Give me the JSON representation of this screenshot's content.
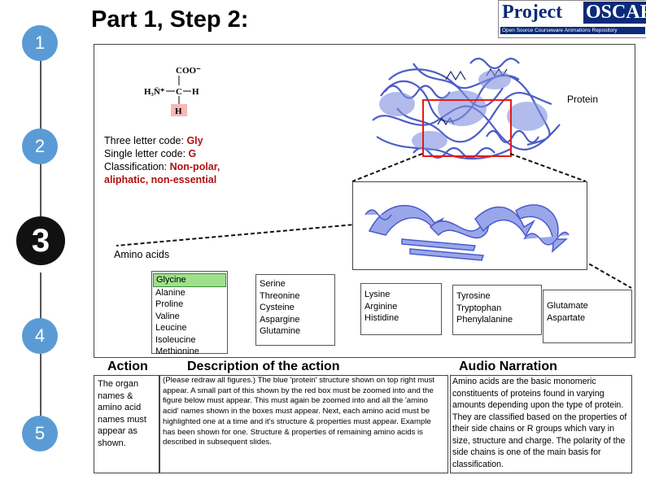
{
  "steps": [
    "1",
    "2",
    "3",
    "4",
    "5"
  ],
  "header": {
    "title": "Part 1, Step 2:"
  },
  "logo": {
    "word1": "Project",
    "word2": "OSCAR",
    "tagline": "Open Source Courseware Animations Repository"
  },
  "structure": {
    "c_label": "COO⁻",
    "n_label": "H₃N̈⁺",
    "h_label": "H",
    "side_chain": "H"
  },
  "protein_label": "Protein",
  "info": {
    "three_letter_prefix": "Three letter code: ",
    "three_letter_value": "Gly",
    "single_letter_prefix": "Single letter code: ",
    "single_letter_value": "G",
    "classification_prefix": "Classification: ",
    "classification_value_1": "Non-polar,",
    "classification_value_2": "aliphatic, non-essential"
  },
  "amino_acids_label": "Amino acids",
  "groups": [
    [
      "Glycine",
      "Alanine",
      "Proline",
      "Valine",
      "Leucine",
      "Isoleucine",
      "Methionine"
    ],
    [
      "Serine",
      "Threonine",
      "Cysteine",
      "Aspargine",
      "Glutamine"
    ],
    [
      "Lysine",
      "Arginine",
      "Histidine"
    ],
    [
      "Tyrosine",
      "Tryptophan",
      "Phenylalanine"
    ],
    [
      "Glutamate",
      "Aspartate"
    ]
  ],
  "highlighted": "Glycine",
  "bottom": {
    "action_header": "Action",
    "description_header": "Description of the action",
    "audio_header": "Audio Narration",
    "action_text": "The organ names & amino acid names must appear as shown.",
    "description_text": "(Please redraw all figures.) The blue 'protein' structure shown on top right must appear. A small part of this shown by the red box must be zoomed into and the figure below must appear. This must again be zoomed into and all the 'amino acid' names shown in the boxes must appear. Next, each amino acid must be highlighted one at a time and it's structure & properties must appear. Example has been shown for one. Structure & properties of remaining amino acids is described in subsequent slides.",
    "audio_text": "Amino acids are the basic monomeric constituents of proteins found in varying amounts depending upon the type of protein. They are classified based on the properties of their side chains or R groups which vary in size, structure and charge. The polarity of the side chains is one of the main basis for classification."
  },
  "colors": {
    "step": "#5b9bd5",
    "active_step": "#111111",
    "highlight": "#b01010",
    "red_box": "#e81818",
    "protein": "#3d4fc4"
  }
}
